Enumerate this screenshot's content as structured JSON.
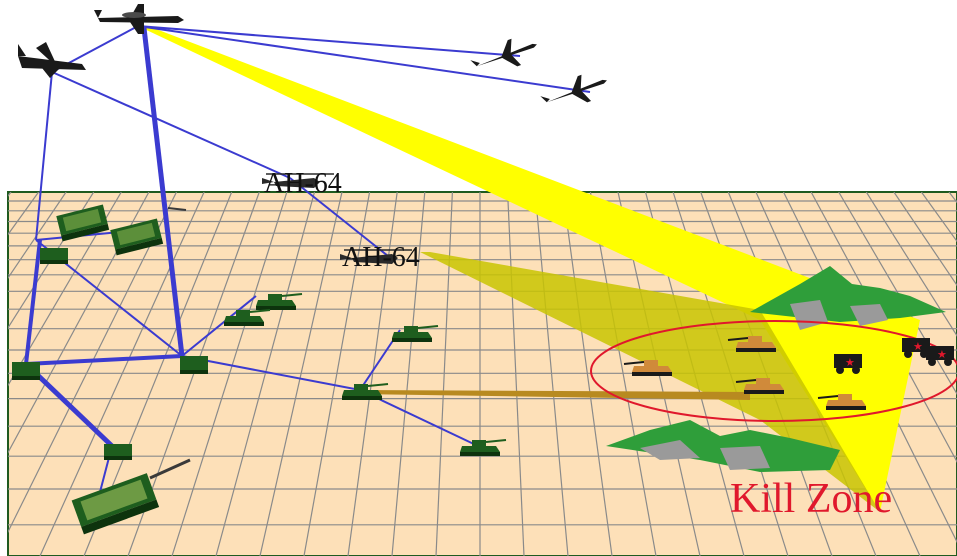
{
  "labels": {
    "helicopter_1": "AH-64",
    "helicopter_2": "AH-64",
    "kill_zone": "Kill Zone"
  },
  "colors": {
    "ground_fill": "#fde0b8",
    "grid_line": "#8a8a8a",
    "ground_border": "#1f5a1f",
    "link_line": "#3b3bd0",
    "sensor_beam": "#ffff00",
    "sensor_beam_shadow": "#c9c400",
    "kill_zone_ring": "#e0182c",
    "kill_zone_text": "#e0182c",
    "friendly_vehicle": "#1e5e1e",
    "enemy_vehicle": "#d08a3a",
    "terrain": "#2f9e3a",
    "rock": "#9a9a9a",
    "aircraft": "#1a1a1a"
  },
  "icons": [
    "awacs-aircraft-icon",
    "cargo-aircraft-icon",
    "fighter-jet-icon",
    "attack-helicopter-icon",
    "tank-icon",
    "missile-launcher-icon",
    "enemy-tank-icon",
    "hill-icon"
  ]
}
